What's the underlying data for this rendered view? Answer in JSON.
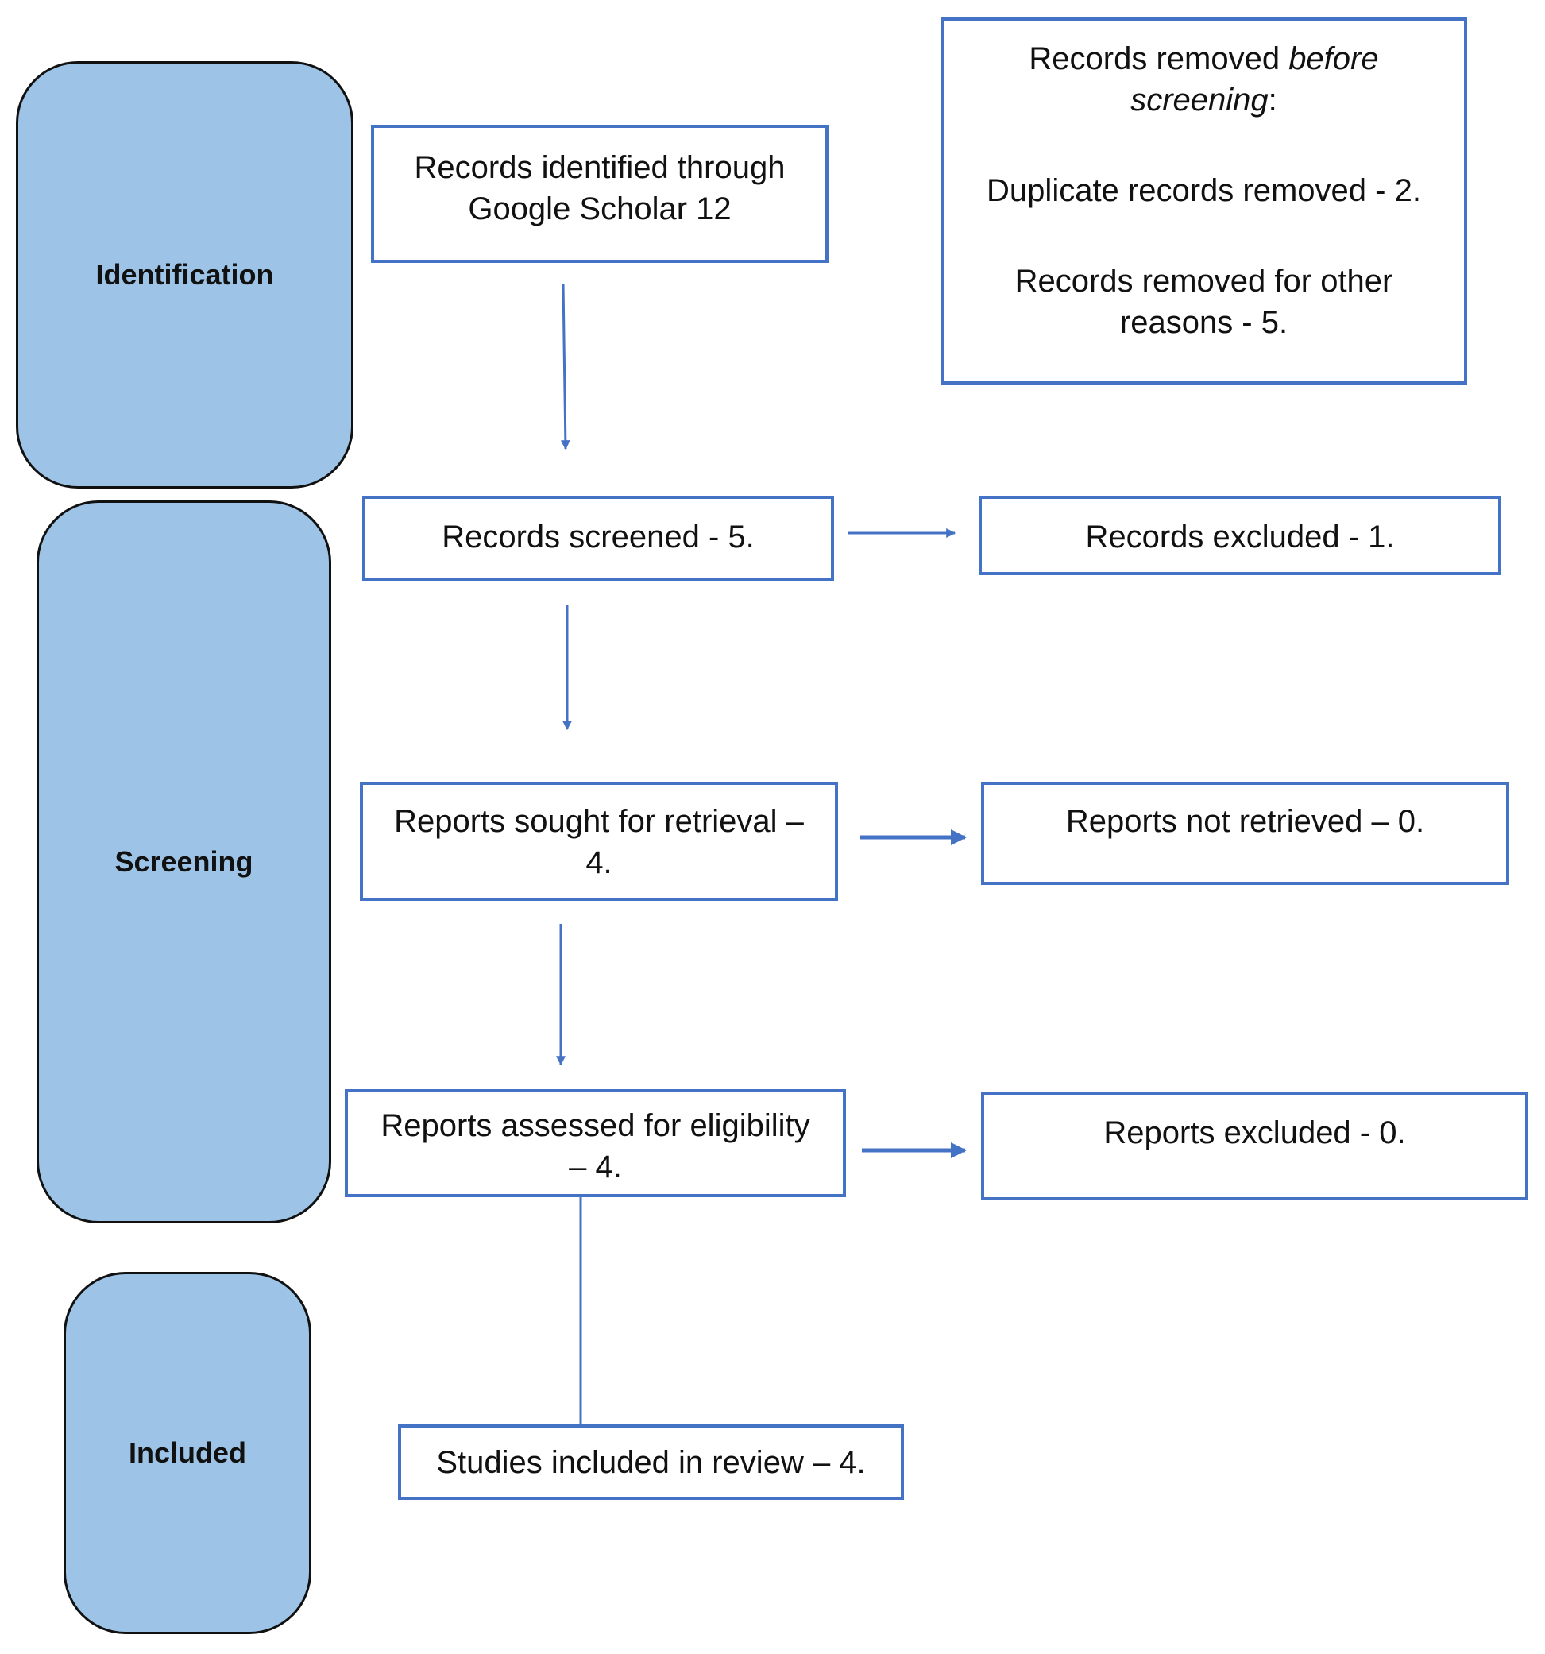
{
  "phases": {
    "identification": "Identification",
    "screening": "Screening",
    "included": "Included"
  },
  "boxes": {
    "identified": {
      "line1": "Records identified through",
      "line2": "Google Scholar 12"
    },
    "removed": {
      "title_prefix": "Records removed ",
      "title_italic1": "before",
      "title_italic2": "screening",
      "title_suffix": ":",
      "duplicates": "Duplicate records removed - 2.",
      "other_line1": "Records removed for other",
      "other_line2": "reasons - 5."
    },
    "screened": "Records screened - 5.",
    "excluded": "Records excluded - 1.",
    "sought": {
      "line1": "Reports sought for retrieval –",
      "line2": "4."
    },
    "not_retrieved": "Reports not retrieved – 0.",
    "assessed": {
      "line1": "Reports assessed for eligibility",
      "line2": "– 4."
    },
    "reports_excluded": "Reports excluded - 0.",
    "included_studies": "Studies included in review – 4."
  },
  "colors": {
    "phase_fill": "#9dc3e6",
    "box_border": "#4472c4",
    "arrow": "#4472c4"
  }
}
